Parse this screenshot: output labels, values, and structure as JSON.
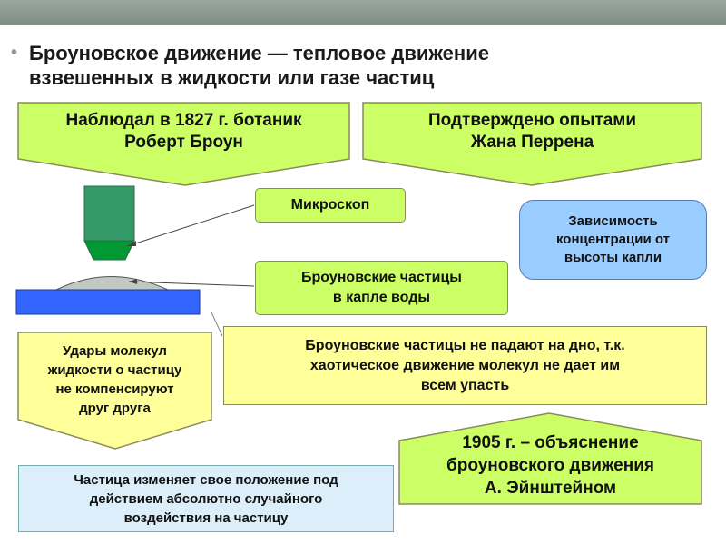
{
  "bullet": "Броуновское движение — тепловое движение\nвзвешенных в жидкости или газе частиц",
  "callout_brown": "Наблюдал в 1827 г. ботаник\nРоберт Броун",
  "callout_perrin": "Подтверждено опытами\nЖана Перрена",
  "label_microscope": "Микроскоп",
  "label_particles": "Броуновские частицы\nв капле воды",
  "bubble_concentration": "Зависимость\nконцентрации от\nвысоты капли",
  "box_not_fall": "Броуновские частицы не падают на дно, т.к.\nхаотическое движение молекул не дает им\nвсем упасть",
  "callout_impacts": "Удары молекул\nжидкости о частицу\nне компенсируют\nдруг друга",
  "callout_einstein": "1905 г. – объяснение\nброуновского движения\nА. Эйнштейном",
  "box_position": "Частица изменяет свое положение под\nдействием абсолютно случайного\nвоздействия на частицу",
  "colors": {
    "top_bar": "#8a978e",
    "callout_green": "#ccff66",
    "yellow": "#ffff99",
    "light_blue": "#dbeef9",
    "bubble_blue": "#99ccff",
    "microscope_green": "#339966",
    "microscope_tip": "#009933",
    "slide_blue": "#3366ff",
    "drop_gray": "#c0c8c0"
  }
}
